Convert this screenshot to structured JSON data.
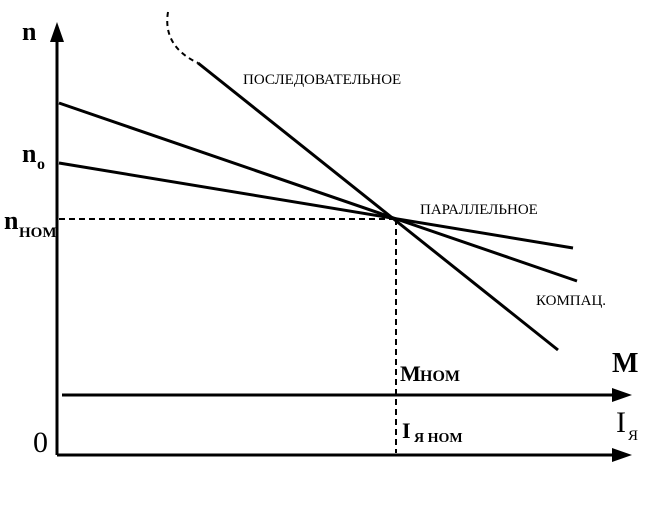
{
  "axes": {
    "y_label": "n",
    "x_label_torque": "M",
    "x_label_current": "I",
    "x_label_current_sub": "Я",
    "origin_label": "0"
  },
  "ticks": {
    "n0_main": "n",
    "n0_sub": "o",
    "nnom_main": "n",
    "nnom_sub": "НОМ",
    "mnom_main": "M",
    "mnom_sub": "НОМ",
    "ianom_main": "I",
    "ianom_sub": "Я НОМ"
  },
  "curves": {
    "series": "ПОСЛЕДОВАТЕЛЬНОЕ",
    "parallel": "ПАРАЛЛЕЛЬНОЕ",
    "compound": "КОМПАЦ."
  },
  "colors": {
    "ink": "#000000",
    "background": "#ffffff"
  }
}
